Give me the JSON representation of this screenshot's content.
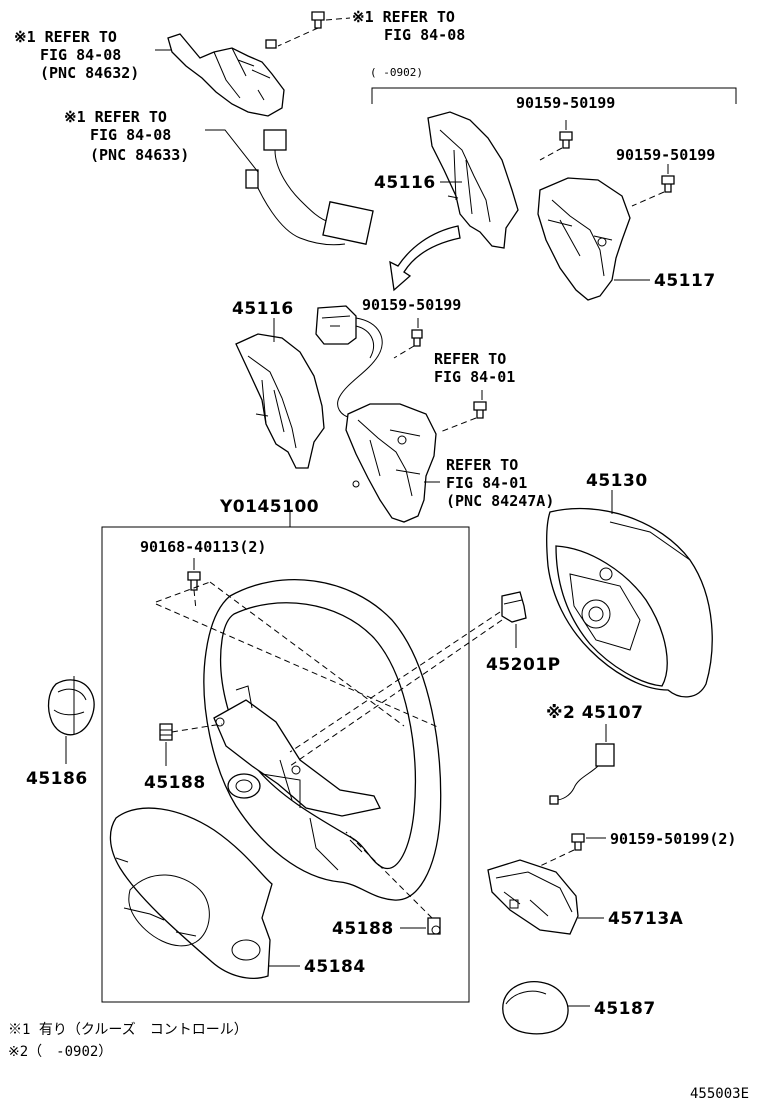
{
  "diagram": {
    "callouts": {
      "refer_top_right": [
        "※1 REFER TO",
        "FIG 84-08"
      ],
      "refer_top_left": [
        "※1 REFER TO",
        "FIG 84-08",
        "(PNC 84632)"
      ],
      "refer_mid_left": [
        "※1 REFER TO",
        "FIG 84-08",
        "(PNC 84633)"
      ],
      "range_0902": "(   -0902)",
      "refer_84_01_a": [
        "REFER TO",
        "FIG 84-01"
      ],
      "refer_84_01_b": [
        "REFER TO",
        "FIG 84-01",
        "(PNC 84247A)"
      ]
    },
    "parts": {
      "p_90159_a": "90159-50199",
      "p_90159_b": "90159-50199",
      "p_45116_a": "45116",
      "p_45117": "45117",
      "p_45116_b": "45116",
      "p_90159_c": "90159-50199",
      "p_45130": "45130",
      "p_y0145100": "Y0145100",
      "p_90168": "90168-40113(2)",
      "p_45201p": "45201P",
      "p_45107": "※2 45107",
      "p_45186": "45186",
      "p_45188_a": "45188",
      "p_45188_b": "45188",
      "p_90159_d": "90159-50199(2)",
      "p_45713a": "45713A",
      "p_45184": "45184",
      "p_45187": "45187"
    },
    "footnotes": {
      "note1": "※1 有り（クルーズ　コントロール）",
      "note2": "※2（　-0902）"
    },
    "figure_code": "455003E"
  }
}
